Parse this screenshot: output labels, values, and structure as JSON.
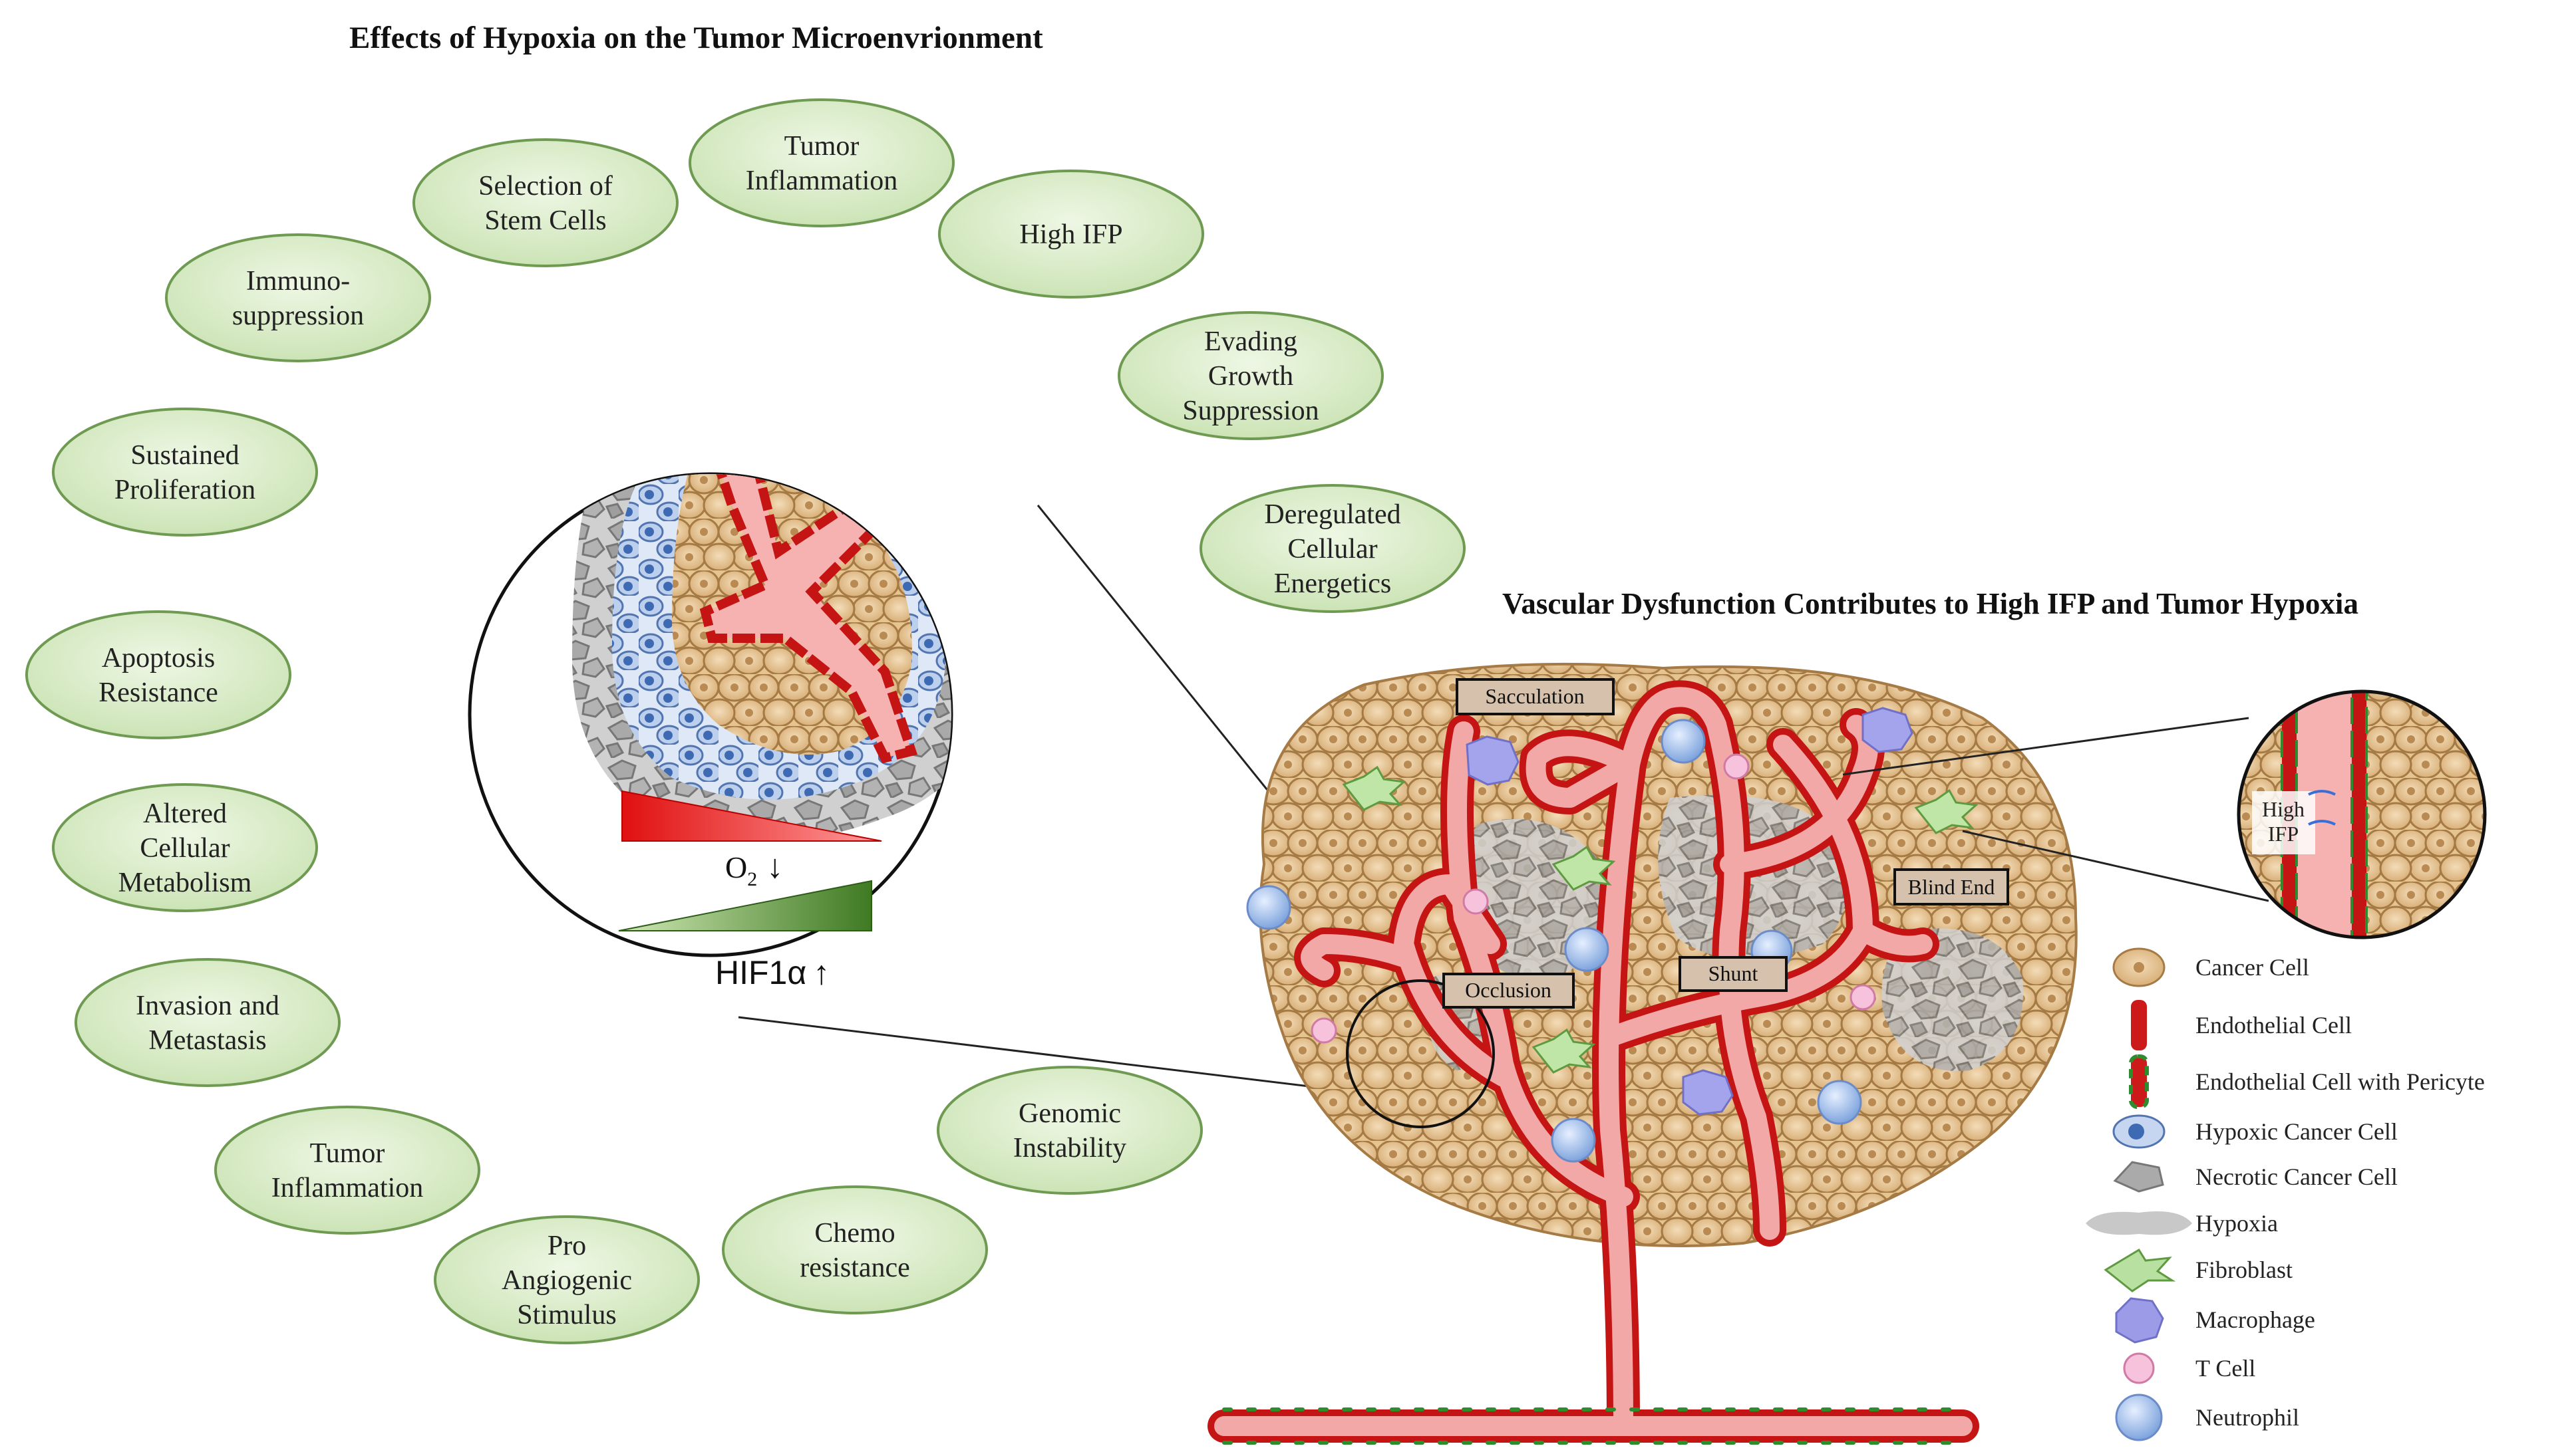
{
  "titles": {
    "left": "Effects of Hypoxia on the Tumor Microenvrionment",
    "right": "Vascular Dysfunction Contributes to High IFP and Tumor Hypoxia"
  },
  "effects": [
    {
      "id": "tumor-inflammation-top",
      "lines": [
        "Tumor",
        "Inflammation"
      ]
    },
    {
      "id": "selection-stem-cells",
      "lines": [
        "Selection of",
        "Stem Cells"
      ]
    },
    {
      "id": "high-ifp",
      "lines": [
        "High IFP"
      ]
    },
    {
      "id": "immunosuppression",
      "lines": [
        "Immuno-",
        "suppression"
      ]
    },
    {
      "id": "evading-growth-suppression",
      "lines": [
        "Evading",
        "Growth",
        "Suppression"
      ]
    },
    {
      "id": "sustained-proliferation",
      "lines": [
        "Sustained",
        "Proliferation"
      ]
    },
    {
      "id": "deregulated-cellular-energetics",
      "lines": [
        "Deregulated",
        "Cellular",
        "Energetics"
      ]
    },
    {
      "id": "apoptosis-resistance",
      "lines": [
        "Apoptosis",
        "Resistance"
      ]
    },
    {
      "id": "altered-cellular-metabolism",
      "lines": [
        "Altered",
        "Cellular",
        "Metabolism"
      ]
    },
    {
      "id": "invasion-metastasis",
      "lines": [
        "Invasion and",
        "Metastasis"
      ]
    },
    {
      "id": "genomic-instability",
      "lines": [
        "Genomic",
        "Instability"
      ]
    },
    {
      "id": "tumor-inflammation-bottom",
      "lines": [
        "Tumor",
        "Inflammation"
      ]
    },
    {
      "id": "chemo-resistance",
      "lines": [
        "Chemo",
        "resistance"
      ]
    },
    {
      "id": "pro-angiogenic-stimulus",
      "lines": [
        "Pro",
        "Angiogenic",
        "Stimulus"
      ]
    }
  ],
  "gradient_labels": {
    "o2": "O",
    "o2_sub": "2",
    "o2_arrow": "↓",
    "hif": "HIF1α",
    "hif_arrow": "↑"
  },
  "vascular_labels": {
    "sacculation": "Sacculation",
    "blind_end": "Blind End",
    "occlusion": "Occlusion",
    "shunt": "Shunt"
  },
  "zoom_labels": {
    "high_ifp_line1": "High",
    "high_ifp_line2": "IFP"
  },
  "legend": [
    {
      "icon": "cancer-cell",
      "label": "Cancer Cell"
    },
    {
      "icon": "endothelial-cell",
      "label": "Endothelial Cell"
    },
    {
      "icon": "endothelial-pericyte",
      "label": "Endothelial Cell with Pericyte"
    },
    {
      "icon": "hypoxic-cancer-cell",
      "label": "Hypoxic Cancer Cell"
    },
    {
      "icon": "necrotic-cancer-cell",
      "label": "Necrotic Cancer Cell"
    },
    {
      "icon": "hypoxia",
      "label": "Hypoxia"
    },
    {
      "icon": "fibroblast",
      "label": "Fibroblast"
    },
    {
      "icon": "macrophage",
      "label": "Macrophage"
    },
    {
      "icon": "t-cell",
      "label": "T Cell"
    },
    {
      "icon": "neutrophil",
      "label": "Neutrophil"
    }
  ],
  "colors": {
    "oval_fill": "#d9ecc6",
    "oval_stroke": "#6f9a52",
    "cancer_cell": "#e8c899",
    "vessel": "#f4a7a7",
    "endothelial": "#cc1a1a",
    "pericyte": "#2e8b2e",
    "hypoxic": "#5b86c4",
    "necrotic": "#9a9a9a",
    "hypoxia": "#c8c8c8",
    "fibroblast": "#b8e0a0",
    "macrophage": "#9b9be8",
    "tcell": "#f7c2dc",
    "neutrophil": "#9fbde8"
  }
}
